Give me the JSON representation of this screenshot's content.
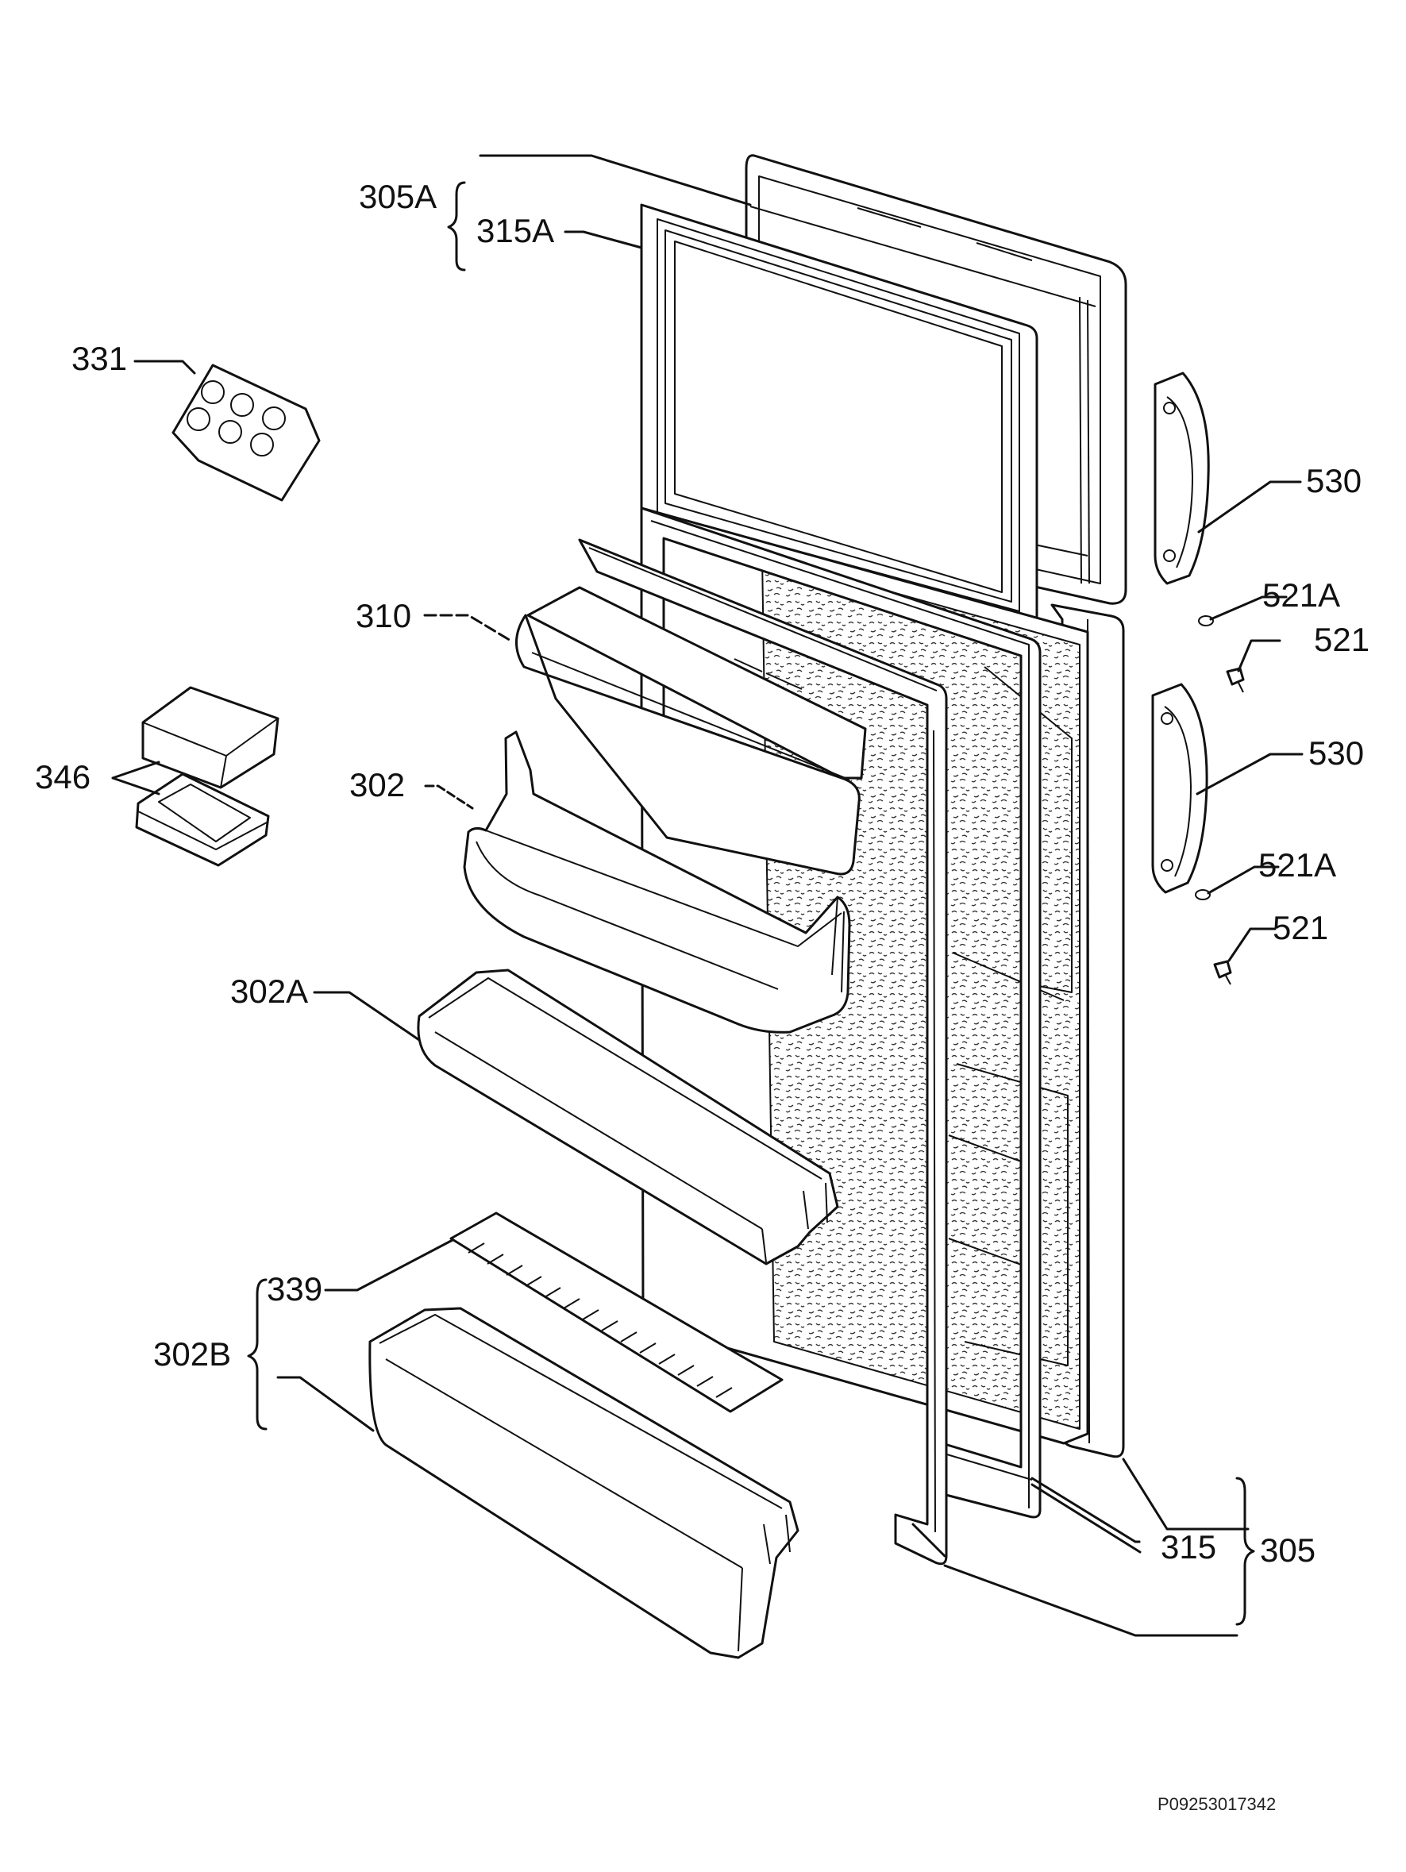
{
  "labels": {
    "l305a": "305A",
    "l315a": "315A",
    "l331": "331",
    "l346": "346",
    "l310": "310",
    "l302": "302",
    "l302a": "302A",
    "l339": "339",
    "l302b": "302B",
    "l530_top": "530",
    "l521a_top": "521A",
    "l521_top": "521",
    "l530_bottom": "530",
    "l521a_bottom": "521A",
    "l521_bottom": "521",
    "l315": "315",
    "l305": "305"
  },
  "reference_code": "P09253017342"
}
